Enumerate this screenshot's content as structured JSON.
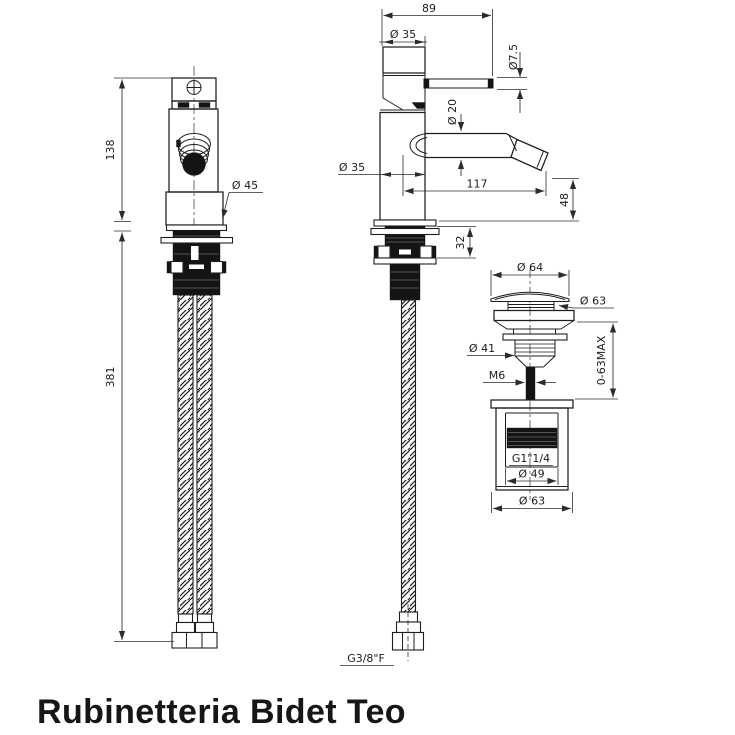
{
  "title": "Rubinetteria Bidet Teo",
  "drawing": {
    "front_view": {
      "height": "138",
      "hose_length": "381",
      "base_diameter": "Ø 45"
    },
    "side_view": {
      "depth": "89",
      "top_diameter": "Ø 35",
      "handle_diameter": "Ø7.5",
      "spout_diameter": "Ø 20",
      "body_diameter": "Ø 35",
      "spout_reach": "117",
      "spout_height": "48",
      "under_counter": "32",
      "supply_thread": "G3/8\"F"
    },
    "drain_view": {
      "cap_diameter": "Ø 64",
      "flange_diameter": "Ø 63",
      "collar_diameter": "Ø 41",
      "rod_thread": "M6",
      "adjustment_range": "0-63MAX",
      "waste_thread": "G1\"1/4",
      "bore_diameter": "Ø 49",
      "body_diameter": "Ø 63"
    }
  }
}
